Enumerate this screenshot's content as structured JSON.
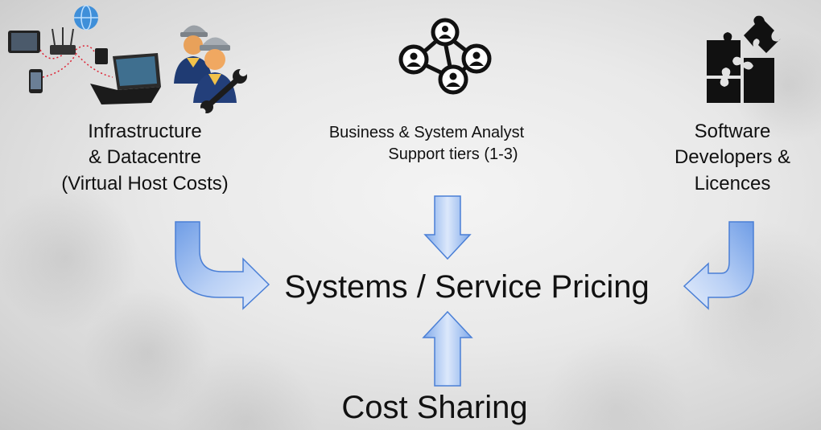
{
  "nodes": {
    "infrastructure": {
      "lines": [
        "Infrastructure",
        "& Datacentre",
        "(Virtual Host Costs)"
      ],
      "icons": [
        "network-devices-icon",
        "engineers-icon"
      ]
    },
    "analyst": {
      "lines": [
        "Business & System Analyst",
        "Support tiers (1-3)"
      ],
      "icons": [
        "network-people-icon"
      ]
    },
    "developers": {
      "lines": [
        "Software",
        "Developers &",
        "Licences"
      ],
      "icons": [
        "puzzle-icon"
      ]
    },
    "pricing": {
      "label": "Systems / Service Pricing"
    },
    "cost_sharing": {
      "label": "Cost Sharing"
    }
  },
  "edges": [
    {
      "from": "infrastructure",
      "to": "pricing"
    },
    {
      "from": "analyst",
      "to": "pricing"
    },
    {
      "from": "developers",
      "to": "pricing"
    },
    {
      "from": "cost_sharing",
      "to": "pricing"
    }
  ],
  "colors": {
    "arrow_light": "#cfe0f8",
    "arrow_dark": "#5a8ee0",
    "arrow_stroke": "#4a7fd6",
    "text": "#111111"
  }
}
